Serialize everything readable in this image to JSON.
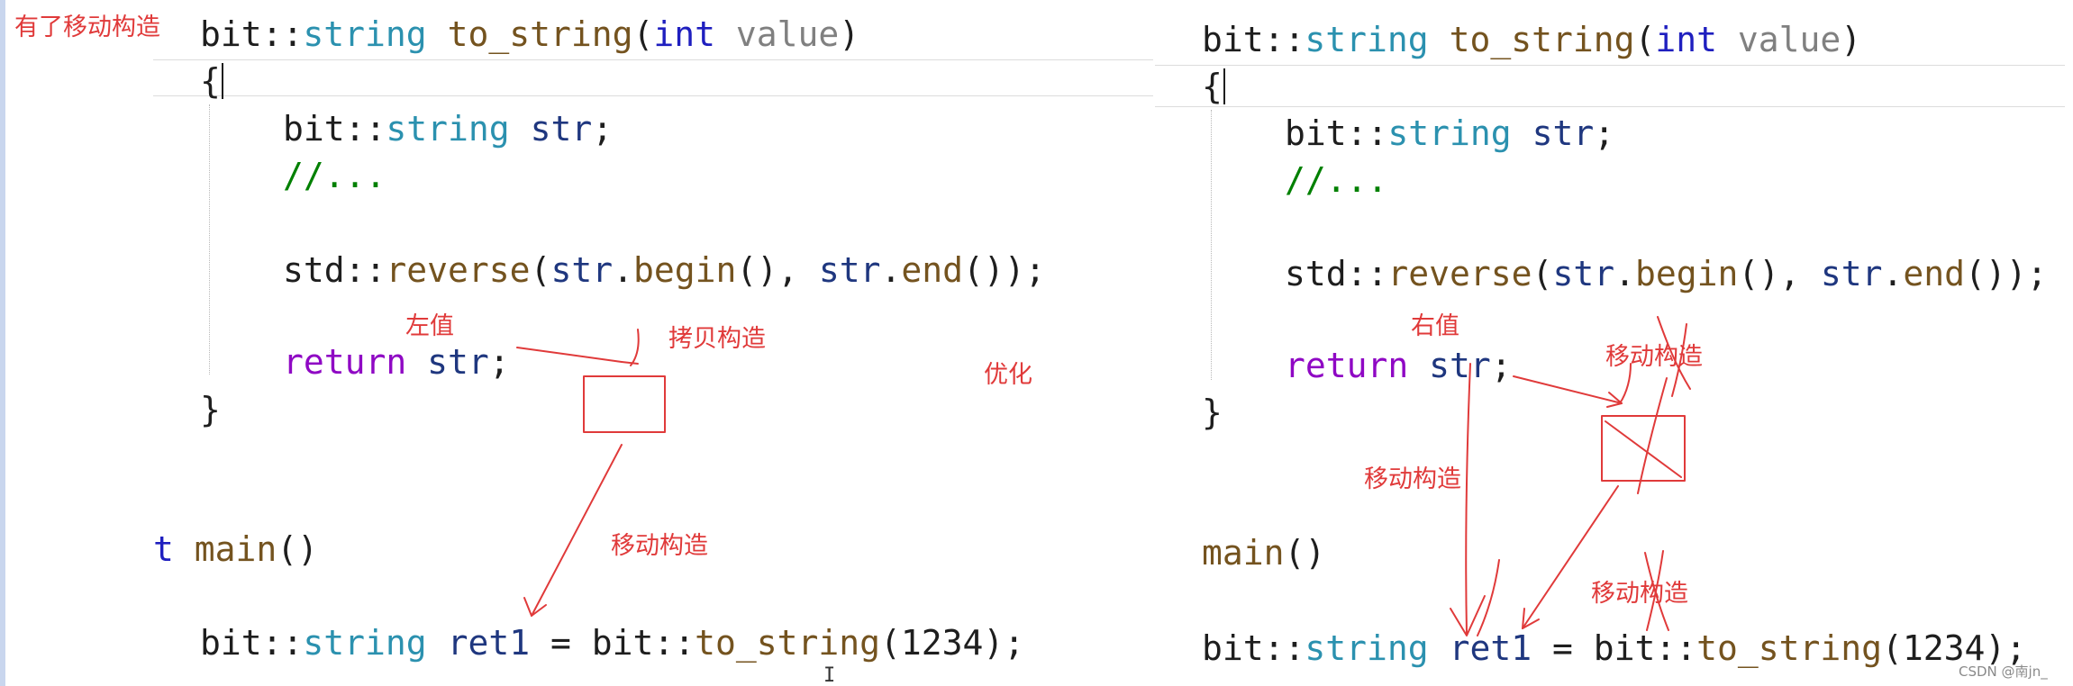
{
  "left": {
    "heading_note": "有了移动构造",
    "code": {
      "sig_ns": "bit::",
      "sig_type": "string",
      "sig_fn": "to_string",
      "sig_open": "(",
      "sig_kw": "int",
      "sig_param": "value",
      "sig_close": ")",
      "brace_open": "{",
      "decl_ns": "bit::",
      "decl_type": "string",
      "decl_var": "str",
      "decl_end": ";",
      "comment": "//...",
      "rev_ns": "std::",
      "rev_fn": "reverse",
      "rev_open": "(",
      "rev_var1": "str",
      "rev_dot1": ".",
      "rev_fn1": "begin",
      "rev_mid": "(), ",
      "rev_var2": "str",
      "rev_dot2": ".",
      "rev_fn2": "end",
      "rev_end": "());",
      "ret_kw": "return",
      "ret_var": "str",
      "ret_end": ";",
      "brace_close": "}",
      "main_kw": "t",
      "main_fn": "main",
      "main_parens": "()",
      "call_ns1": "bit::",
      "call_type": "string",
      "call_var": "ret1",
      "call_eq": " = ",
      "call_ns2": "bit::",
      "call_fn": "to_string",
      "call_args": "(1234);"
    },
    "annotations": {
      "lvalue": "左值",
      "copy_construct": "拷贝构造",
      "optimize": "优化",
      "move_construct": "移动构造"
    }
  },
  "right": {
    "code": {
      "sig_ns": "bit::",
      "sig_type": "string",
      "sig_fn": "to_string",
      "sig_open": "(",
      "sig_kw": "int",
      "sig_param": "value",
      "sig_close": ")",
      "brace_open": "{",
      "decl_ns": "bit::",
      "decl_type": "string",
      "decl_var": "str",
      "decl_end": ";",
      "comment": "//...",
      "rev_ns": "std::",
      "rev_fn": "reverse",
      "rev_open": "(",
      "rev_var1": "str",
      "rev_dot1": ".",
      "rev_fn1": "begin",
      "rev_mid": "(), ",
      "rev_var2": "str",
      "rev_dot2": ".",
      "rev_fn2": "end",
      "rev_end": "());",
      "ret_kw": "return",
      "ret_var": "str",
      "ret_end": ";",
      "brace_close": "}",
      "main_fn": "main",
      "main_parens": "()",
      "call_ns1": "bit::",
      "call_type": "string",
      "call_var": "ret1",
      "call_eq": " = ",
      "call_ns2": "bit::",
      "call_fn": "to_string",
      "call_args": "(1234);"
    },
    "annotations": {
      "rvalue": "右值",
      "move_construct_top": "移动构造",
      "move_construct_left": "移动构造",
      "move_construct_bottom": "移动构造"
    }
  },
  "watermark": "CSDN @南jn_",
  "colors": {
    "annotation": "#e03a3a",
    "keyword": "#1f1fbf",
    "return_keyword": "#8f08c4",
    "type": "#2b91af",
    "function": "#74531f",
    "variable": "#1f377f",
    "comment": "#008000"
  }
}
